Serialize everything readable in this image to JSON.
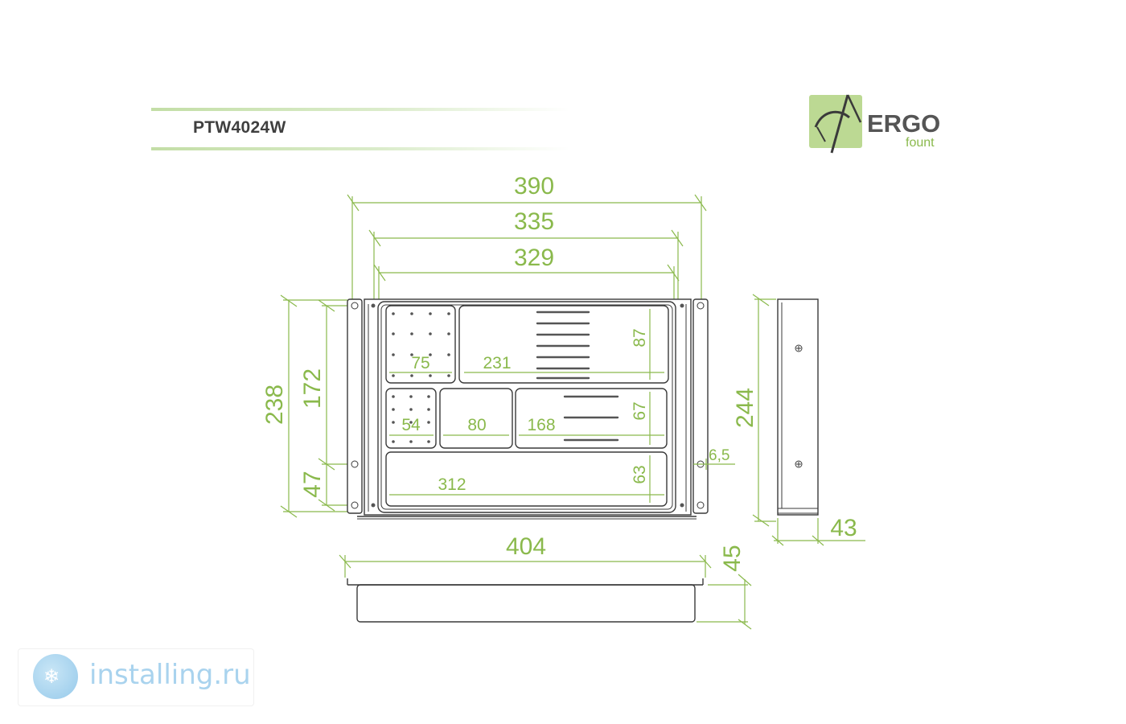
{
  "header": {
    "model": "PTW4024W"
  },
  "logo": {
    "word": "ERGO",
    "sub": "fount",
    "icon": "ergo-figure-icon",
    "color": "#bcd993"
  },
  "dimensions": {
    "top_width_390": "390",
    "top_width_335": "335",
    "top_width_329": "329",
    "height_238": "238",
    "height_172": "172",
    "height_47": "47",
    "depth_244": "244",
    "depth_6_5": "6,5",
    "width_404": "404",
    "height_45": "45",
    "side_43": "43"
  },
  "compartments": {
    "c75": "75",
    "c231": "231",
    "c87": "87",
    "c54": "54",
    "c80": "80",
    "c168": "168",
    "c67": "67",
    "c312": "312",
    "c63": "63"
  },
  "colors": {
    "dimension": "#8ab94c",
    "outline": "#3a3a3a",
    "band": "#c3dea6"
  },
  "watermark": {
    "text": "installing.ru",
    "icon": "snowflake-icon"
  }
}
